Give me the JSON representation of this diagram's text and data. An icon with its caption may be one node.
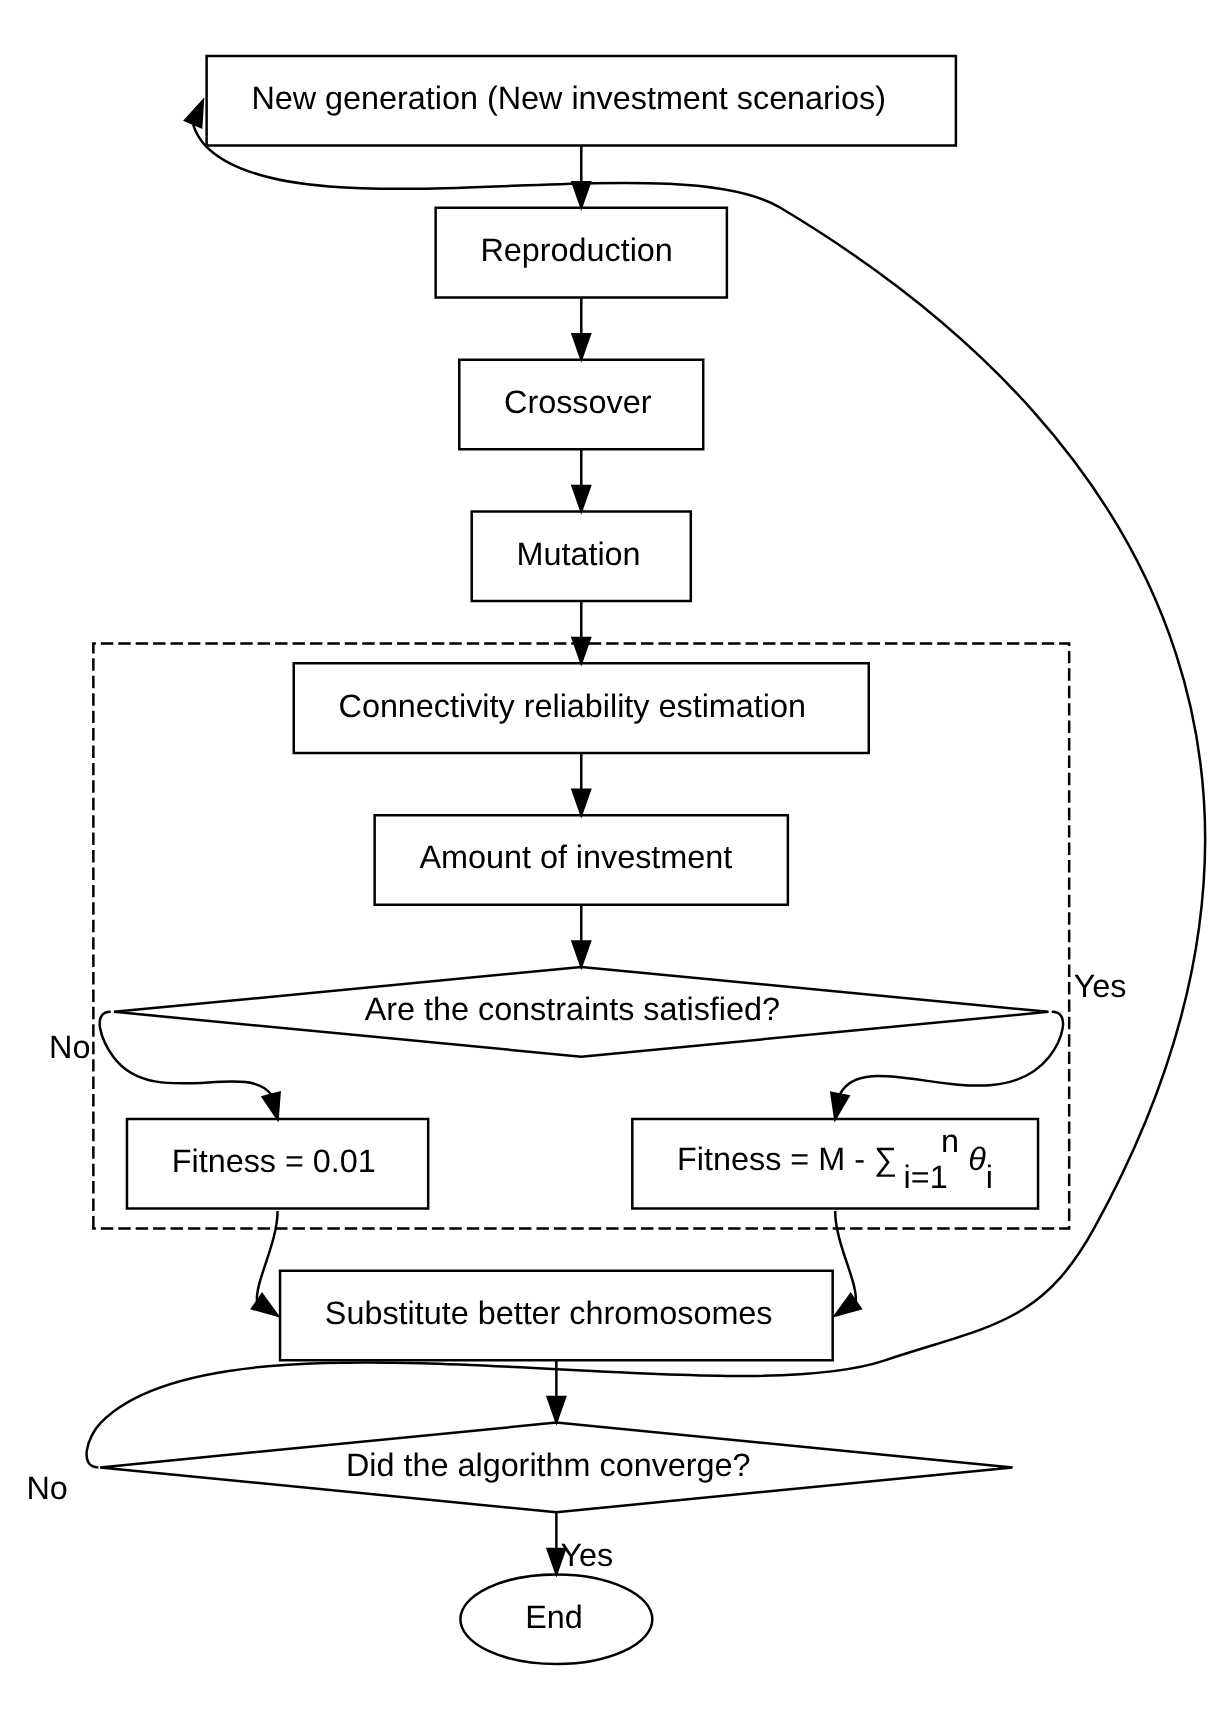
{
  "diagram": {
    "nodes": [
      {
        "text": [
          "New generation (New investment scenarios)"
        ]
      },
      {
        "text": [
          "Reproduction"
        ]
      },
      {
        "text": [
          "Crossover"
        ]
      },
      {
        "text": [
          "Mutation"
        ]
      },
      {
        "text": [],
        "shape": "box"
      },
      {
        "text": [
          "Connectivity reliability estimation"
        ],
        "in": 4
      },
      {
        "text": [
          "Amount of investment"
        ],
        "in": 4
      },
      {
        "text": [
          "Are the constraints satisfied?"
        ],
        "in": 4
      },
      {
        "text": [
          "Fitness = 0.01"
        ],
        "in": 4
      },
      {
        "text": [
          "Fitness = M - ∑$_{i=1}$$^{n}$ *θ*$_{i}$"
        ],
        "in": 4
      },
      {
        "text": [
          "Substitute better chromosomes"
        ]
      },
      {
        "text": [
          "Did the algorithm converge?"
        ]
      },
      {
        "text": [
          "End"
        ]
      }
    ],
    "edges": [
      {
        "from": 0,
        "to": 1,
        "arrow": "to"
      },
      {
        "from": 1,
        "to": 2,
        "arrow": "to"
      },
      {
        "from": 2,
        "to": 3,
        "arrow": "to"
      },
      {
        "from": 3,
        "to": 5,
        "arrow": "to"
      },
      {
        "from": 5,
        "to": 6,
        "arrow": "to"
      },
      {
        "from": 6,
        "to": 7,
        "arrow": "to"
      },
      {
        "from": 7,
        "to": 8,
        "arrow": "to",
        "label": "No"
      },
      {
        "from": 7,
        "to": 9,
        "arrow": "to",
        "label": "Yes"
      },
      {
        "from": 8,
        "to": 10,
        "arrow": "to"
      },
      {
        "from": 9,
        "to": 10,
        "arrow": "to"
      },
      {
        "from": 10,
        "to": 11,
        "arrow": "to"
      },
      {
        "from": 11,
        "to": 12,
        "arrow": "to",
        "label": "Yes"
      },
      {
        "from": 11,
        "to": 0,
        "arrow": "to",
        "label": "No"
      }
    ]
  }
}
